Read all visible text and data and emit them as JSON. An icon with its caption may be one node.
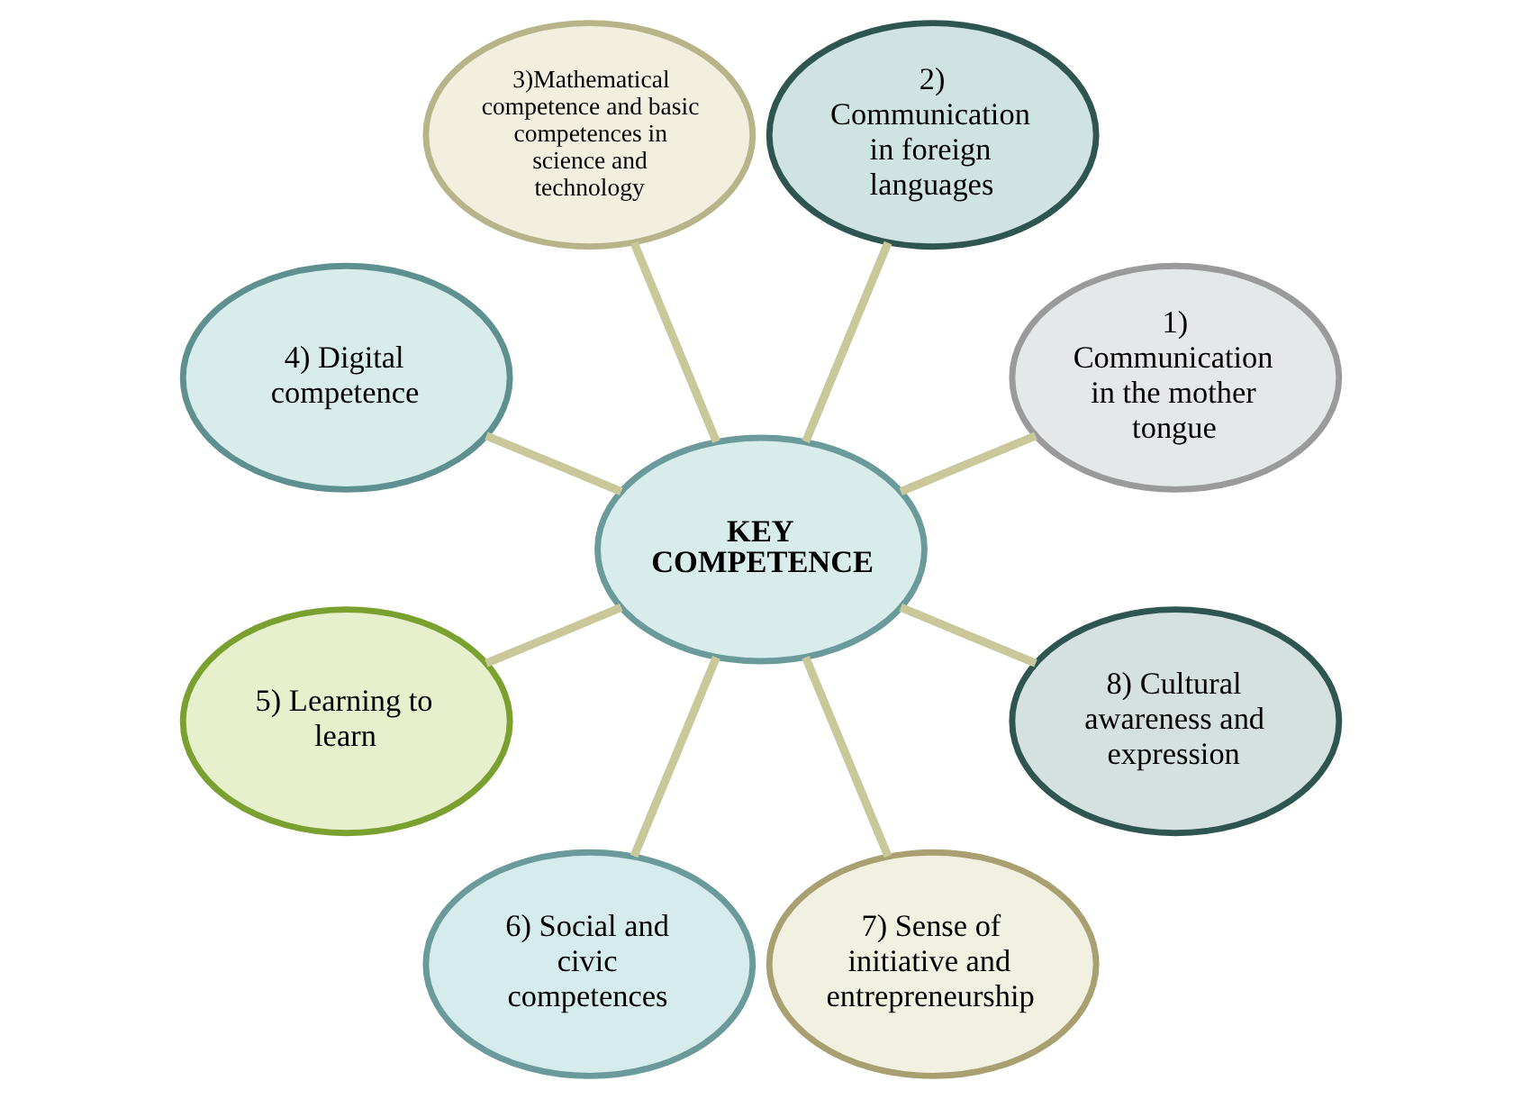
{
  "diagram": {
    "nodes": [
      {
        "text": [
          "KEY COMPETENCE"
        ]
      },
      {
        "text": [
          "1) Communication in the mother tongue"
        ]
      },
      {
        "text": [
          "2) Communication in foreign languages"
        ]
      },
      {
        "text": [
          "3)Mathematical competence and basic competences in science and technology"
        ]
      },
      {
        "text": [
          "4) Digital competence"
        ]
      },
      {
        "text": [
          "5) Learning to learn"
        ]
      },
      {
        "text": [
          "6) Social and civic competences"
        ]
      },
      {
        "text": [
          "7) Sense of initiative and entrepreneurship"
        ]
      },
      {
        "text": [
          "8) Cultural awareness and expression"
        ]
      }
    ],
    "edges": [
      {
        "from": 0,
        "to": 1,
        "arrow": "none"
      },
      {
        "from": 0,
        "to": 2,
        "arrow": "none"
      },
      {
        "from": 0,
        "to": 3,
        "arrow": "none"
      },
      {
        "from": 0,
        "to": 4,
        "arrow": "none"
      },
      {
        "from": 0,
        "to": 5,
        "arrow": "none"
      },
      {
        "from": 0,
        "to": 6,
        "arrow": "none"
      },
      {
        "from": 0,
        "to": 7,
        "arrow": "none"
      },
      {
        "from": 0,
        "to": 8,
        "arrow": "none"
      }
    ]
  }
}
